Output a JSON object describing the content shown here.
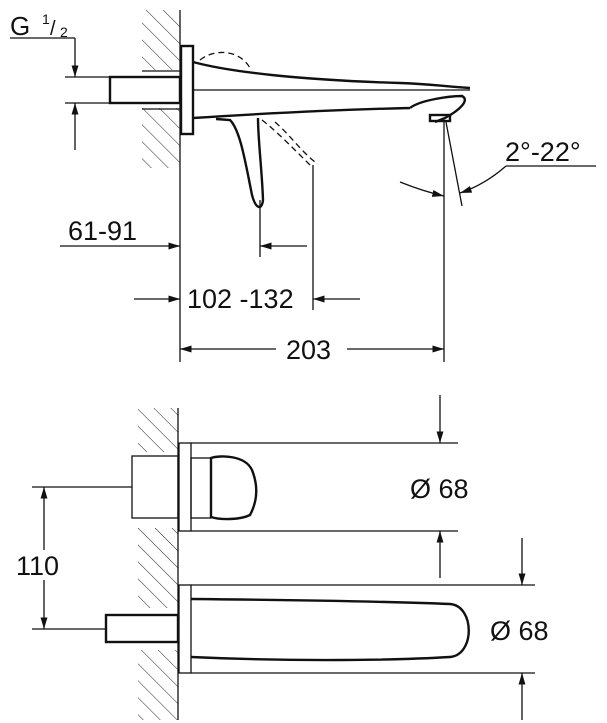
{
  "diagram": {
    "type": "technical-drawing",
    "subject": "wall-mounted basin mixer tap",
    "views": [
      "side-view",
      "front-view"
    ],
    "side_view": {
      "thread_label_main": "G",
      "thread_label_num": "1",
      "thread_label_den": "2",
      "dim_wall_depth": "61-91",
      "dim_lever_reach": "102 -132",
      "dim_spout_projection": "203",
      "dim_spray_angle": "2°-22°"
    },
    "front_view": {
      "dim_center_distance": "110",
      "dim_handle_rosette": "Ø 68",
      "dim_spout_rosette": "Ø 68"
    },
    "colors": {
      "line": "#111111",
      "background": "#ffffff"
    }
  }
}
